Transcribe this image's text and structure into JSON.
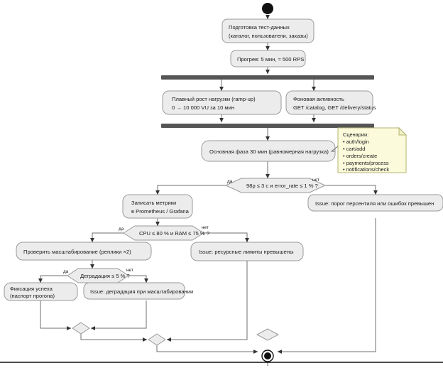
{
  "diagram": {
    "type": "uml-activity-diagram",
    "language": "ru",
    "colors": {
      "activity_fill": "#ececec",
      "activity_stroke": "#9a9a9a",
      "bar_fill": "#555555",
      "edge": "#6f6f6f",
      "note_fill": "#fbfbdc",
      "note_stroke": "#b3b371",
      "background": "#ffffff"
    },
    "nodes": {
      "start": "initial-node",
      "prepare": {
        "line1": "Подготовка тест-данных",
        "line2": "(каталог, пользователи, заказы)"
      },
      "warmup": "Прогрев: 5 мин, ≈ 500 RPS",
      "fork_bar": "fork",
      "ramp": {
        "line1": "Плавный рост нагрузки (ramp-up)",
        "line2": "0 → 10 000 VU за 10 мин"
      },
      "background_activity": {
        "line1": "Фоновая активность",
        "line2": "GET /catalog, GET /delivery/status"
      },
      "join_bar": "join",
      "main_phase": "Основная фаза 30 мин (равномерная нагрузка)",
      "decision_sla": "98p ≤ 3 с и error_rate ≤ 1 % ?",
      "metrics": {
        "line1": "Записать метрики",
        "line2": "в Prometheus / Grafana"
      },
      "issue_sla": "Issue: порог персентиля или ошибок превышен",
      "decision_res": "CPU ≤ 80 % и RAM ≤ 75 % ?",
      "scale_check": "Проверить масштабирование (реплики ×2)",
      "issue_res": "Issue: ресурсные лимиты превышены",
      "decision_deg": "Деградация ≤ 5 % ?",
      "success": {
        "line1": "Фиксация успеха",
        "line2": "(паспорт прогона)"
      },
      "issue_deg": "Issue: деградация при масштабировании",
      "merge1": "merge-node",
      "merge2": "merge-node",
      "merge3": "merge-node",
      "end": "final-node"
    },
    "guards": {
      "sla_yes": "да",
      "sla_no": "нет",
      "res_yes": "да",
      "res_no": "нет",
      "deg_yes": "да",
      "deg_no": "нет"
    },
    "note": {
      "title": "Сценарии:",
      "items": [
        "• auth/login",
        "• cart/add",
        "• orders/create",
        "• payments/process",
        "• notifications/check"
      ]
    }
  }
}
